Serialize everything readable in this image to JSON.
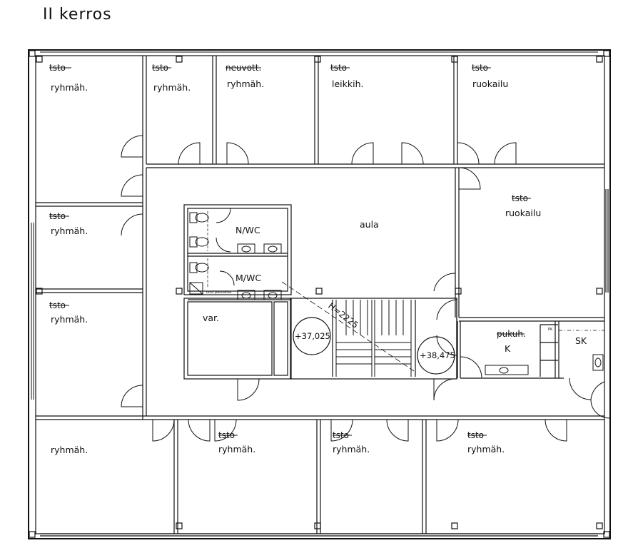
{
  "title": "II kerros",
  "rooms": [
    {
      "id": "r1",
      "struck": "tsto",
      "label": "ryhmäh."
    },
    {
      "id": "r2",
      "struck": "tsto",
      "label": "ryhmäh."
    },
    {
      "id": "r3",
      "struck": "neuvott.",
      "label": "ryhmäh."
    },
    {
      "id": "r4",
      "struck": "tsto",
      "label": "leikkih."
    },
    {
      "id": "r5",
      "struck": "tsto",
      "label": "ruokailu"
    },
    {
      "id": "r6",
      "struck": "tsto",
      "label": "ryhmäh."
    },
    {
      "id": "r7",
      "struck": "tsto",
      "label": "ruokailu"
    },
    {
      "id": "r8",
      "struck": "tsto",
      "label": "ryhmäh."
    },
    {
      "id": "r9",
      "struck": "",
      "label": "ryhmäh."
    },
    {
      "id": "r10",
      "struck": "tsto",
      "label": "ryhmäh."
    },
    {
      "id": "r11",
      "struck": "tsto",
      "label": "ryhmäh."
    },
    {
      "id": "r12",
      "struck": "tsto",
      "label": "ryhmäh."
    },
    {
      "id": "r13",
      "struck": "pukuh.",
      "label": "K"
    }
  ],
  "labels": {
    "aula": "aula",
    "n_wc": "N/WC",
    "m_wc": "M/WC",
    "var": "var.",
    "sk": "SK",
    "pk": "PK",
    "siivous": "uusi pesuallas",
    "stair_dim": "H=2225"
  },
  "elevations": [
    "+37,025",
    "+38,475"
  ],
  "colors": {
    "line": "#111111",
    "background": "#ffffff"
  }
}
